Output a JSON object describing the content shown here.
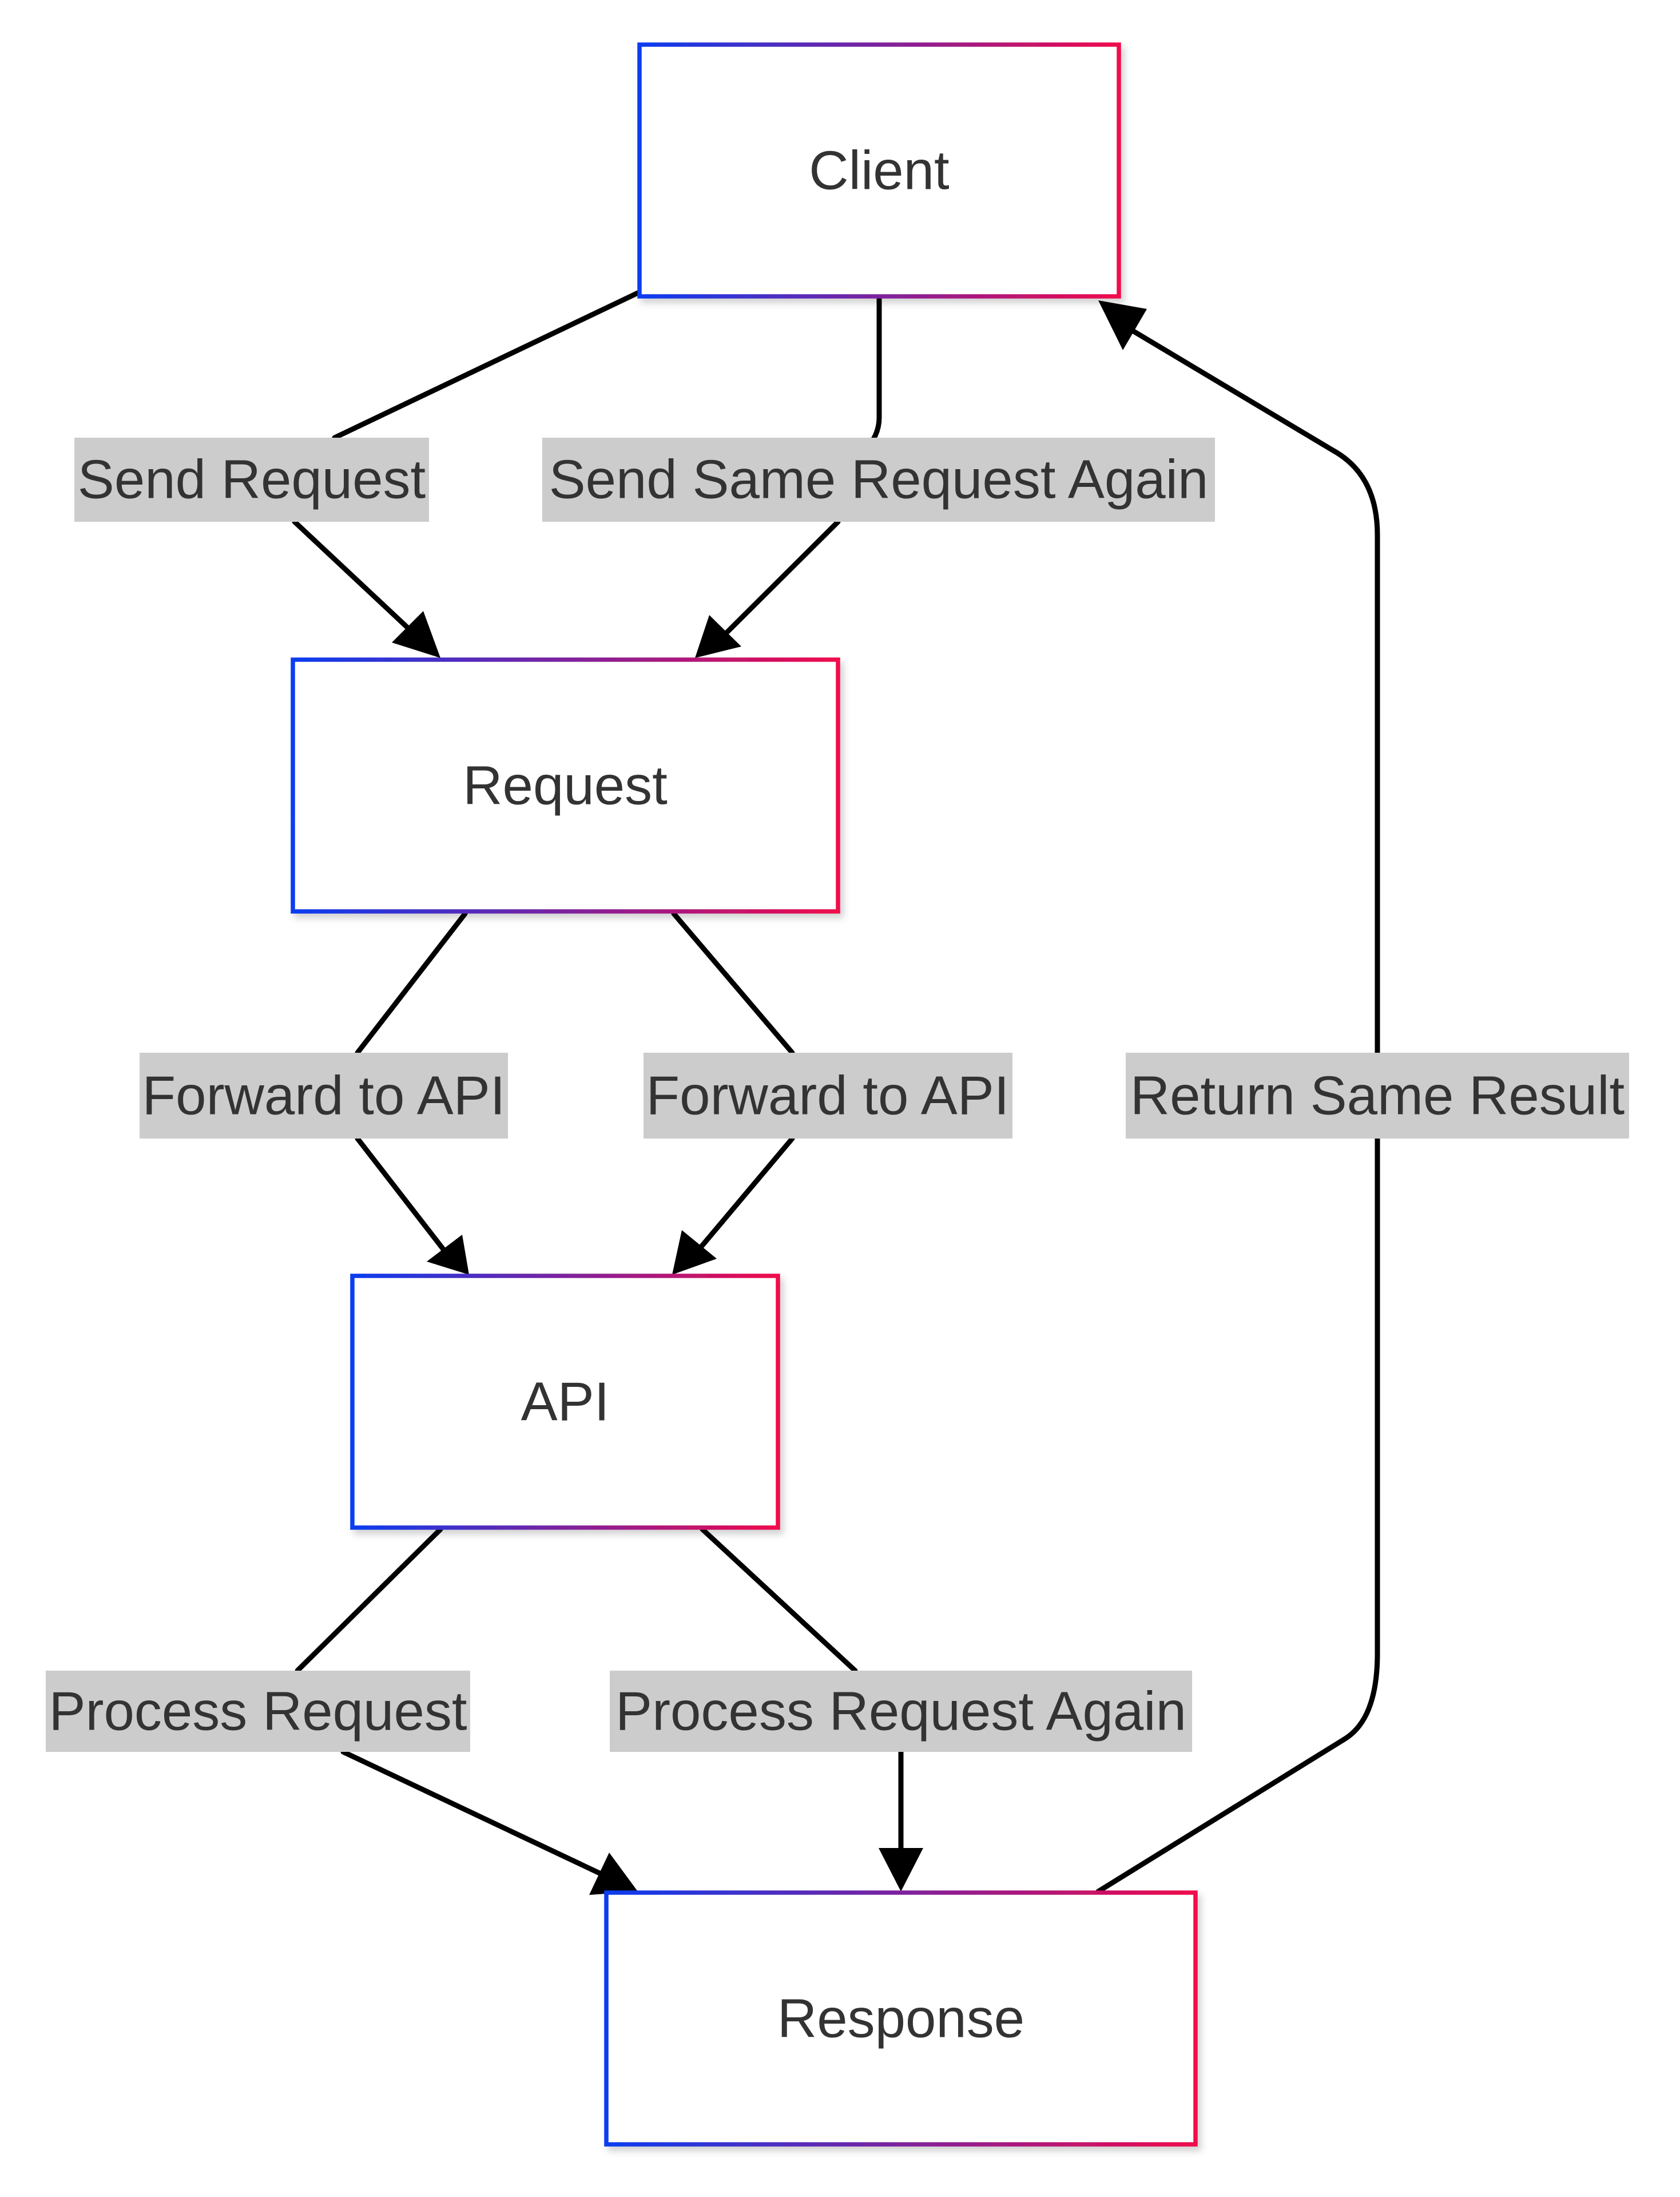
{
  "colors": {
    "node_border_start": "#0a3cf0",
    "node_border_end": "#f0094b",
    "edge": "#000000",
    "edge_label_bg": "#cccccc",
    "text": "#333333"
  },
  "nodes": {
    "client": "Client",
    "request": "Request",
    "api": "API",
    "response": "Response"
  },
  "edges": {
    "send_request": "Send Request",
    "send_same_request_again": "Send Same Request Again",
    "forward_to_api_1": "Forward to API",
    "forward_to_api_2": "Forward to API",
    "return_same_result": "Return Same Result",
    "process_request": "Process Request",
    "process_request_again": "Process Request Again"
  }
}
